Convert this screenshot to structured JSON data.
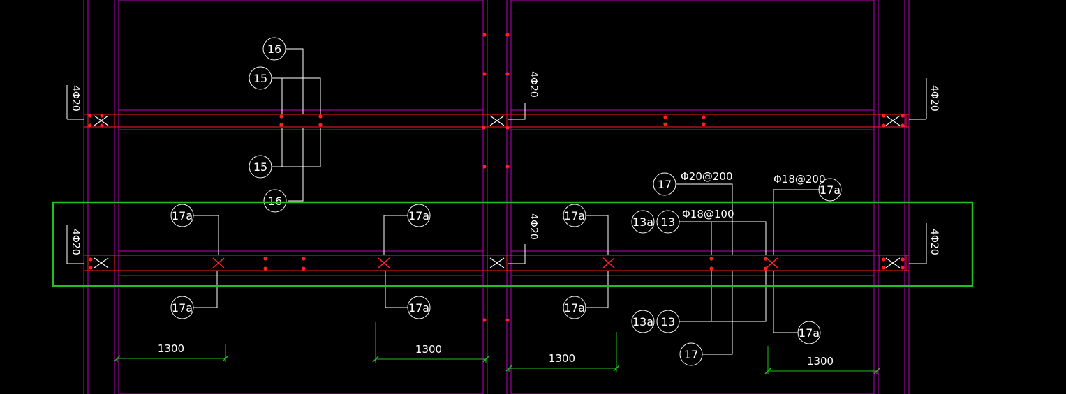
{
  "drawing": {
    "colors": {
      "background": "#000000",
      "wall": "#c000c0",
      "beam": "#ff2020",
      "rebar_dot": "#ff2020",
      "leader": "#ffffff",
      "dimension": "#20c020",
      "highlight": "#20c020"
    },
    "labels": {
      "mark_16": "16",
      "mark_15": "15",
      "mark_17": "17",
      "mark_17a": "17a",
      "mark_13": "13",
      "mark_13a": "13a",
      "column_rebar": "4Φ20",
      "spec_phi20_200": "Φ20@200",
      "spec_phi18_100": "Φ18@100",
      "spec_phi18_200": "Φ18@200",
      "dim_1300": "1300"
    }
  }
}
